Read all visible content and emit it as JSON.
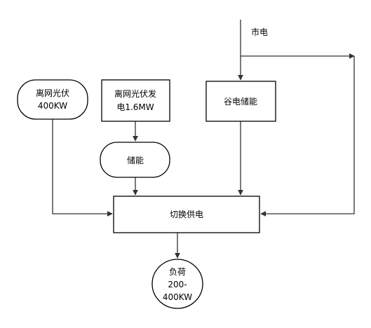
{
  "nodes": {
    "grid_label": "市电",
    "offgrid_pv_line1": "离网光伏",
    "offgrid_pv_line2": "400KW",
    "offgrid_pv_gen_line1": "离网光伏发",
    "offgrid_pv_gen_line2": "电1.6MW",
    "storage": "储能",
    "valley_storage": "谷电储能",
    "switch_supply": "切换供电",
    "load_line1": "负荷",
    "load_line2": "200-",
    "load_line3": "400KW"
  },
  "colors": {
    "line": "#333333",
    "border": "#000000",
    "background": "#ffffff"
  }
}
